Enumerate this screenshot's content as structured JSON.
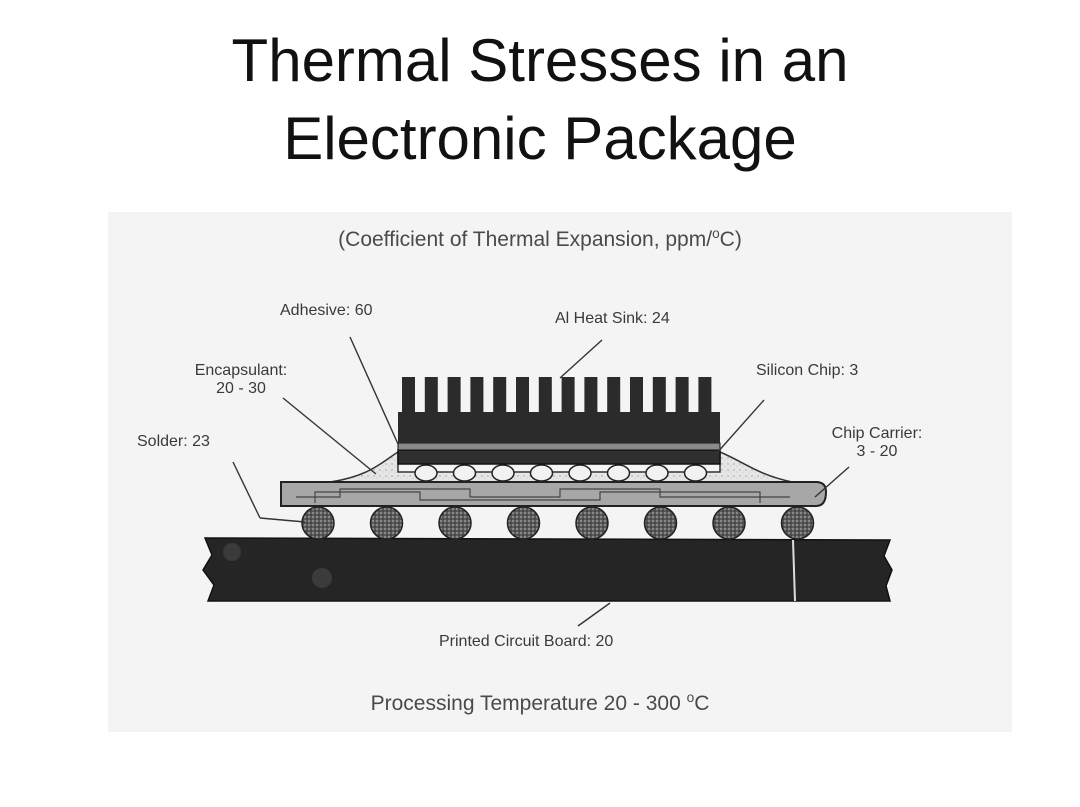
{
  "title": {
    "line1": "Thermal Stresses in an",
    "line2": "Electronic Package"
  },
  "subtitle": {
    "text": "(Coefficient of Thermal Expansion, ppm/",
    "sup": "o",
    "tail": "C)"
  },
  "labels": {
    "adhesive": "Adhesive: 60",
    "heat_sink": "Al Heat Sink: 24",
    "encapsulant_1": "Encapsulant:",
    "encapsulant_2": "20 - 30",
    "silicon_chip": "Silicon Chip: 3",
    "solder": "Solder: 23",
    "chip_carrier_1": "Chip Carrier:",
    "chip_carrier_2": "3 - 20",
    "pcb": "Printed Circuit Board: 20"
  },
  "footer": {
    "text": "Processing Temperature 20 - 300 ",
    "sup": "o",
    "tail": "C"
  },
  "colors": {
    "board": "#222222",
    "heat_sink": "#2a2a2a",
    "carrier": "#9a9a9a",
    "solder": "#6a6a6a",
    "panel": "#f4f4f4"
  }
}
